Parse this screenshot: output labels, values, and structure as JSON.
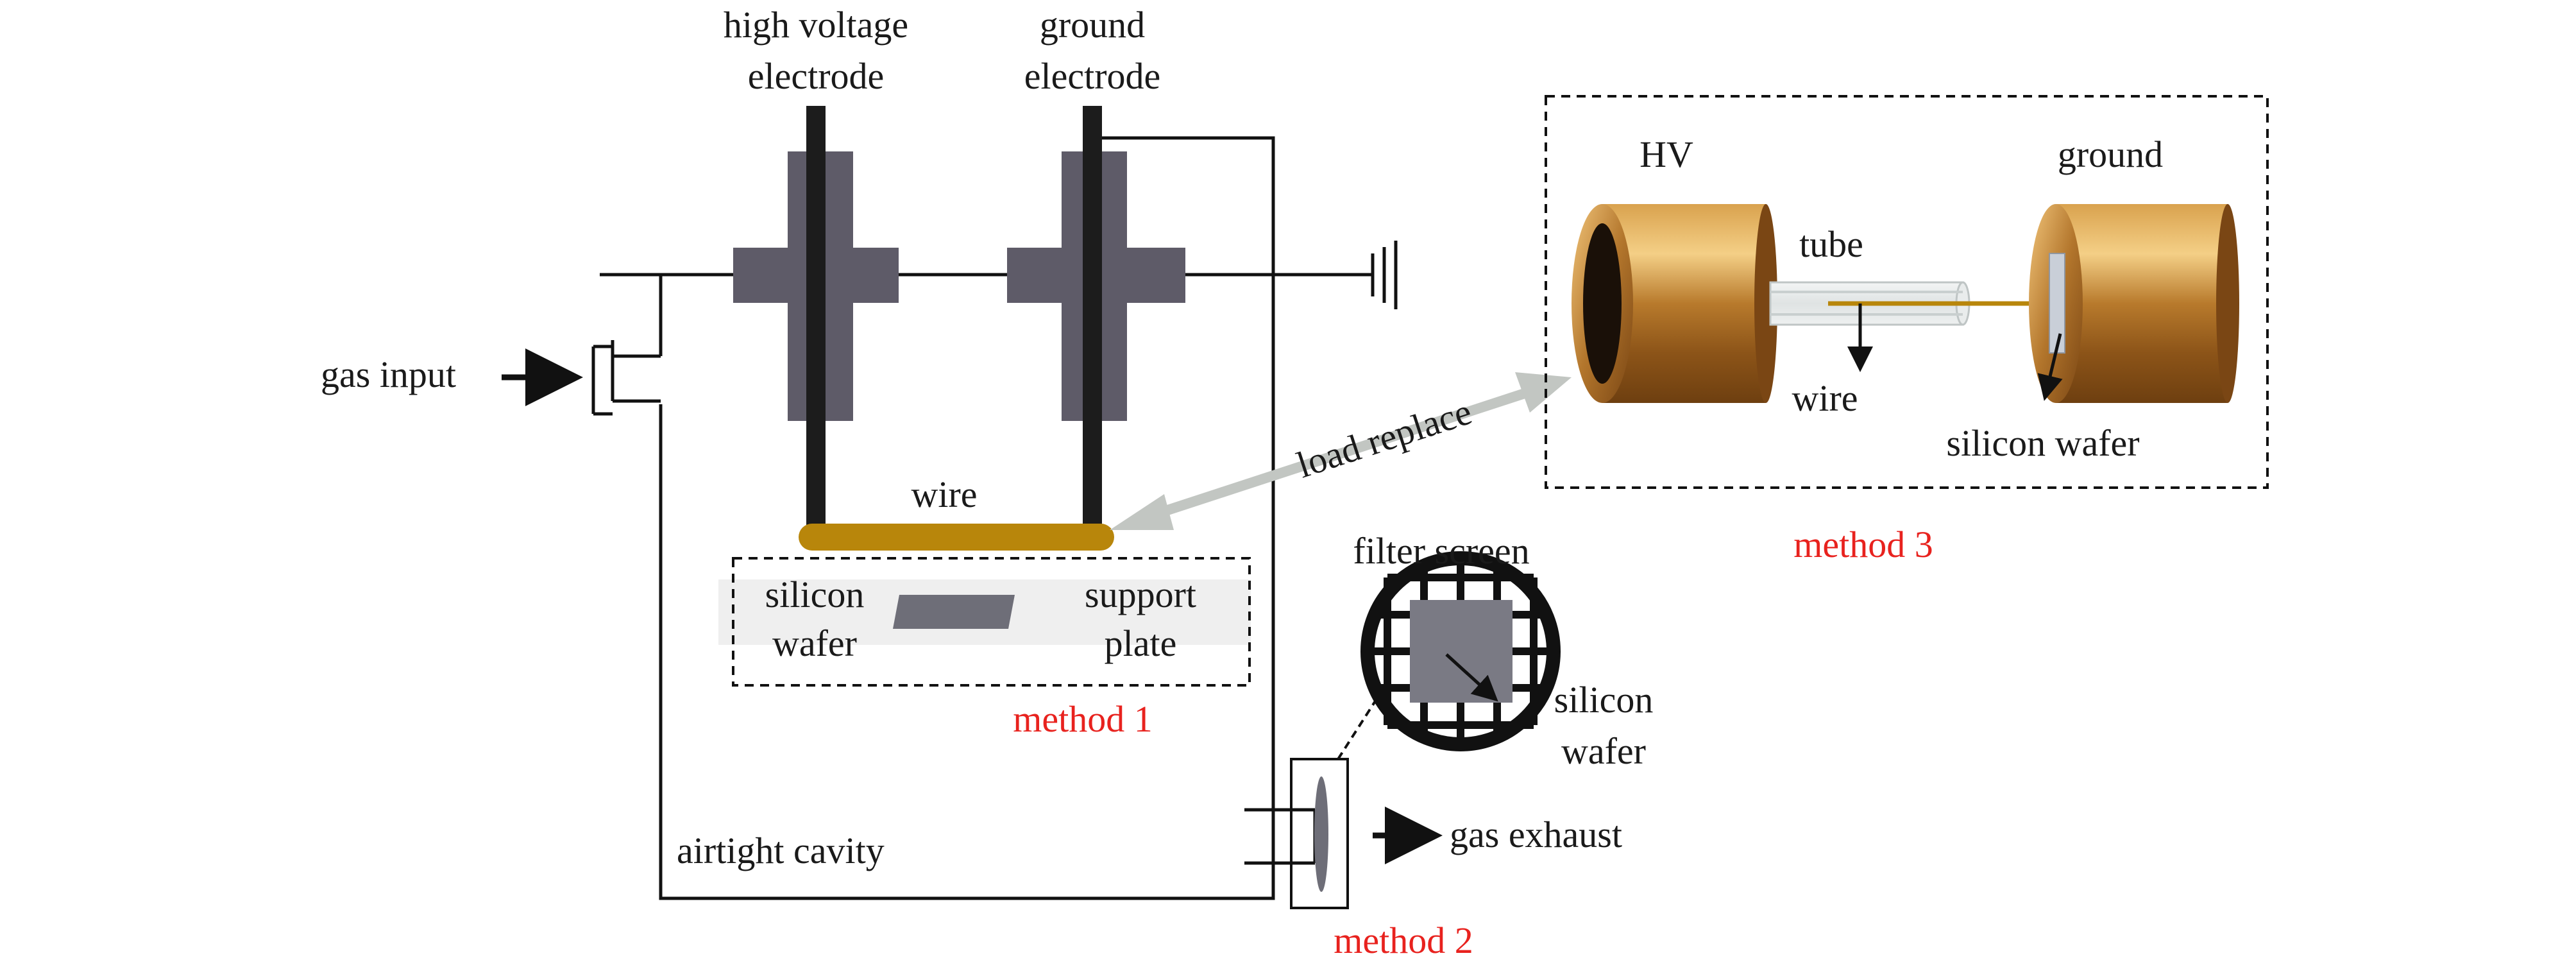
{
  "labels": {
    "hv_electrode_line1": "high voltage",
    "hv_electrode_line2": "electrode",
    "ground_electrode_line1": "ground",
    "ground_electrode_line2": "electrode",
    "gas_input": "gas input",
    "wire_main": "wire",
    "silicon_wafer_1_line1": "silicon",
    "silicon_wafer_1_line2": "wafer",
    "support_plate_line1": "support",
    "support_plate_line2": "plate",
    "method_1": "method 1",
    "airtight_cavity": "airtight cavity",
    "method_2": "method 2",
    "gas_exhaust": "gas exhaust",
    "filter_screen": "filter screen",
    "silicon_wafer_2_line1": "silicon",
    "silicon_wafer_2_line2": "wafer",
    "load_replace": "load replace",
    "hv": "HV",
    "ground": "ground",
    "tube": "tube",
    "wire_method3": "wire",
    "silicon_wafer_3": "silicon wafer",
    "method_3": "method 3"
  },
  "colors": {
    "electrode_rod": "#1c1c1c",
    "flange": "#5e5b68",
    "wire": "#b8860b",
    "support_plate": "#efefef",
    "silicon_wafer": "#6e6e78",
    "method_label": "#e8221e",
    "load_replace_arrow": "#c2c6c2",
    "copper": "#b4712a"
  }
}
